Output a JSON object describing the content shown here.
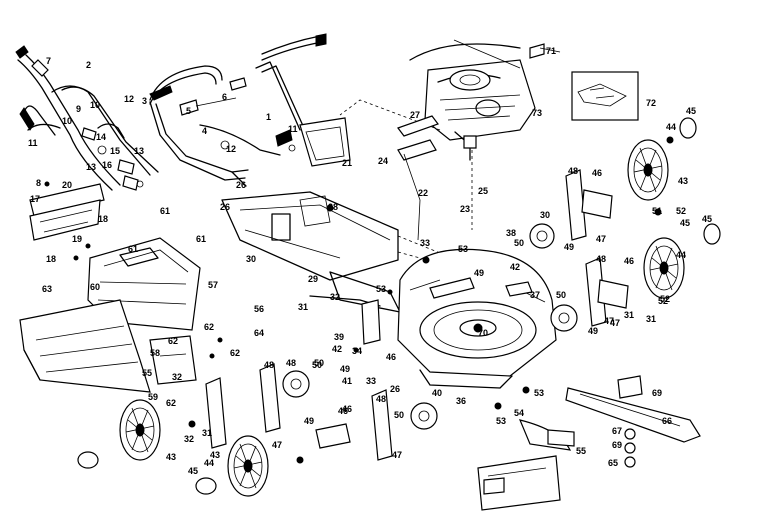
{
  "labels": [
    "7",
    "2",
    "3",
    "6",
    "71",
    "72",
    "73",
    "12",
    "9",
    "10",
    "10",
    "1",
    "11",
    "12",
    "4",
    "11",
    "5",
    "27",
    "45",
    "44",
    "14",
    "15",
    "13",
    "16",
    "13",
    "21",
    "24",
    "22",
    "8",
    "20",
    "17",
    "19",
    "18",
    "18",
    "61",
    "26",
    "26",
    "25",
    "23",
    "48",
    "46",
    "43",
    "28",
    "30",
    "50",
    "49",
    "47",
    "51",
    "52",
    "45",
    "33",
    "53",
    "38",
    "49",
    "61",
    "61",
    "30",
    "42",
    "60",
    "29",
    "31",
    "37",
    "50",
    "48",
    "46",
    "63",
    "57",
    "56",
    "32",
    "53",
    "70",
    "49",
    "47",
    "52",
    "31",
    "39",
    "64",
    "62",
    "62",
    "62",
    "58",
    "55",
    "48",
    "50",
    "42",
    "34",
    "49",
    "41",
    "33",
    "40",
    "46",
    "53",
    "26",
    "32",
    "59",
    "62",
    "36",
    "54",
    "69",
    "53",
    "48",
    "50",
    "46",
    "66",
    "32",
    "31",
    "47",
    "47",
    "49",
    "46",
    "67",
    "43",
    "48",
    "50",
    "69",
    "45",
    "44",
    "52",
    "31",
    "47",
    "55",
    "45",
    "44",
    "43",
    "65"
  ]
}
